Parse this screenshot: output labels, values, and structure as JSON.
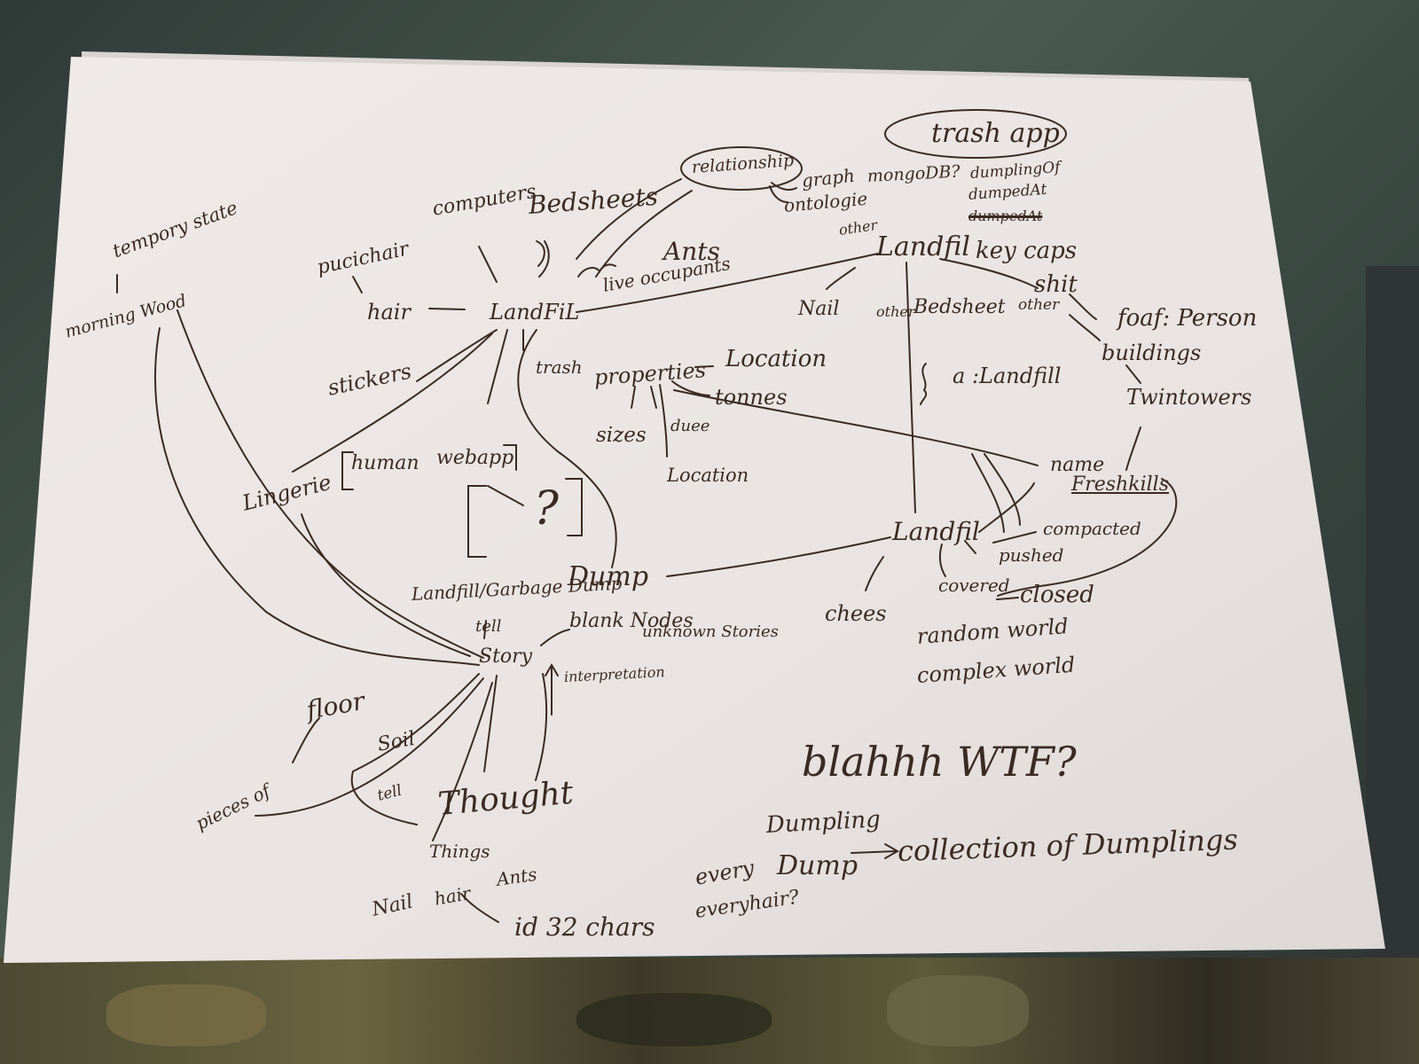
{
  "labels": {
    "app_title": "trash app",
    "relationship": "relationship",
    "graph": "graph",
    "ontologie": "ontologie",
    "mongodb": "mongoDB?",
    "dumpling_of": "dumplingOf",
    "dumped_at": "dumpedAt",
    "dumped_at_struck": "dumpedAt",
    "computers": "computers",
    "bedsheets": "Bedsheets",
    "temporary_state": "tempory state",
    "pubic_hair": "pucichair",
    "morning_wood": "morning Wood",
    "hair": "hair",
    "landfil_center": "LandFiL",
    "ants": "Ants",
    "live_occupants": "live occupants",
    "other_1": "other",
    "landfil_right": "Landfil",
    "key_caps": "key caps",
    "shit": "shit",
    "nail_top": "Nail",
    "other_2": "other",
    "bedsheet_right": "Bedsheet",
    "other_3": "other",
    "foaf_person": "foaf: Person",
    "stickers": "stickers",
    "trash": "trash",
    "properties": "properties",
    "location_1": "Location",
    "tonnes": "tonnes",
    "a_landfill": "a :Landfill",
    "buildings": "buildings",
    "twintowers": "Twintowers",
    "sizes": "sizes",
    "duees": "duee",
    "location_2": "Location",
    "human": "human",
    "webapp": "webapp",
    "question": "?",
    "name": "name",
    "freshkills": "Freshkills",
    "lingerie": "Lingerie",
    "landfil_bottom": "Landfil",
    "compacted": "compacted",
    "pushed": "pushed",
    "landfill_garbage_dump": "Landfill/Garbage Dump",
    "covered": "covered",
    "closed": "closed",
    "chees": "chees",
    "tell_1": "tell",
    "blank_nodes": "blank Nodes",
    "unknown_stories": "unknown Stories",
    "random_world": "random world",
    "complex_world": "complex world",
    "story": "Story",
    "interpretation": "interpretation",
    "floor": "floor",
    "soil": "Soil",
    "blahhh_wtf": "blahhh WTF?",
    "pieces_of": "pieces of",
    "tell_2": "tell",
    "thought": "Thought",
    "dumpling": "Dumpling",
    "things": "Things",
    "dump": "Dump",
    "collection_of_dumplings": "collection of Dumplings",
    "every": "every",
    "nail_bottom": "Nail",
    "hair_bottom": "hair",
    "ants_bottom": "Ants",
    "every_hair": "everyhair?",
    "id_32_chars": "id 32 chars"
  },
  "colors": {
    "ink": "#3b2a22",
    "paper": "#ebe6e4",
    "background": "#3c4a44"
  }
}
